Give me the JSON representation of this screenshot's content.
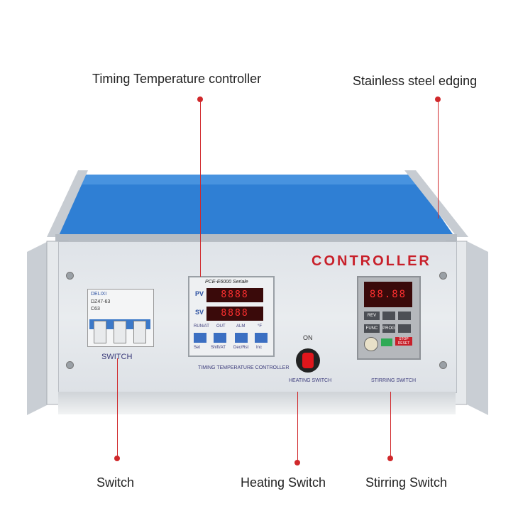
{
  "callouts": {
    "temp_controller": "Timing Temperature controller",
    "edging": "Stainless steel edging",
    "switch": "Switch",
    "heating": "Heating Switch",
    "stirring": "Stirring Switch"
  },
  "panel": {
    "title": "CONTROLLER",
    "breaker_label": "SWITCH",
    "breaker_brand": "DELIXI",
    "breaker_model": "DZ47-63",
    "breaker_rating": "C63",
    "tc_series": "PCE-E6000 Seriale",
    "tc_pv": "PV",
    "tc_sv": "SV",
    "tc_leds": [
      "RUN/AT",
      "OUT",
      "ALM",
      "°F"
    ],
    "tc_keys": [
      "Set",
      "Shift/AT",
      "Dec/Rst",
      "Inc"
    ],
    "tc_label": "TIMING TEMPERATURE CONTROLLER",
    "on_label": "ON",
    "heating_label": "HEATING SWITCH",
    "stirring_label": "STIRRING SWITCH",
    "vfd_keys": [
      "REV",
      "FUNC",
      "PROG",
      "STOP RESET"
    ]
  },
  "colors": {
    "accent": "#d0282b",
    "lid": "#2f7fd4",
    "title_red": "#c8202a"
  }
}
